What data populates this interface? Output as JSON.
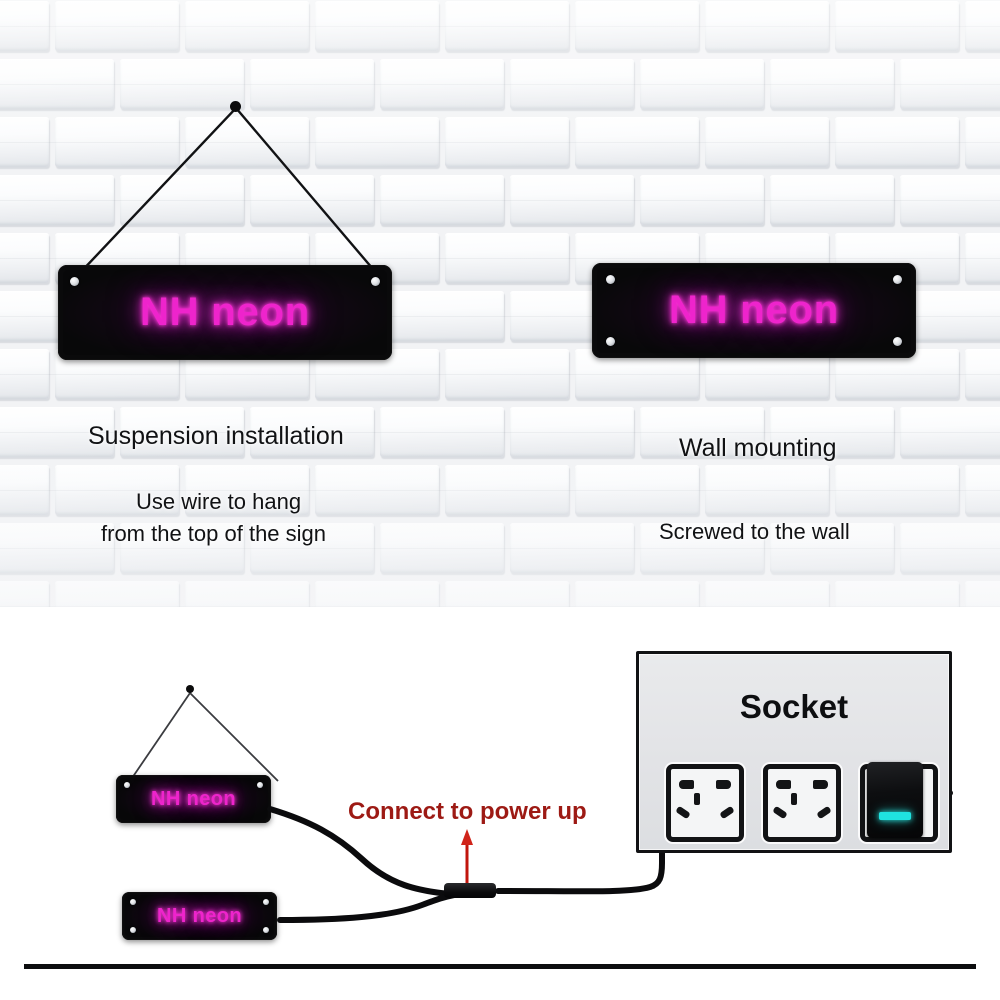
{
  "page": {
    "title": "NH neon sign installation instructions",
    "background_color": "#ffffff"
  },
  "colors": {
    "neon_text": "#ee24cc",
    "neon_glow": "#ff3ad8",
    "sign_body": "#0a0a0b",
    "wall_brick": "#f2f3f5",
    "caption_text": "#111214",
    "power_label": "#9d1a14",
    "plug_led": "#1fe3e0",
    "socket_panel": "#e5e6e9",
    "socket_border": "#111214"
  },
  "top_section": {
    "left": {
      "sign_text": "NH neon",
      "caption_title": "Suspension installation",
      "caption_line1": "Use wire to hang",
      "caption_line2": "from the top of the sign",
      "mount_type": "suspension-wire",
      "screw_count": 2
    },
    "right": {
      "sign_text": "NH neon",
      "caption_title": "Wall mounting",
      "caption_line1": "Screwed to the wall",
      "mount_type": "wall-screws",
      "screw_count": 4
    }
  },
  "bottom_section": {
    "sign_upper_text": "NH neon",
    "sign_lower_text": "NH neon",
    "power_label": "Connect to power up",
    "socket": {
      "title": "Socket",
      "outlets": [
        {
          "type": "empty",
          "label": "socket-outlet-1"
        },
        {
          "type": "empty",
          "label": "socket-outlet-2"
        },
        {
          "type": "occupied",
          "label": "socket-outlet-3",
          "led": "on"
        }
      ]
    }
  }
}
